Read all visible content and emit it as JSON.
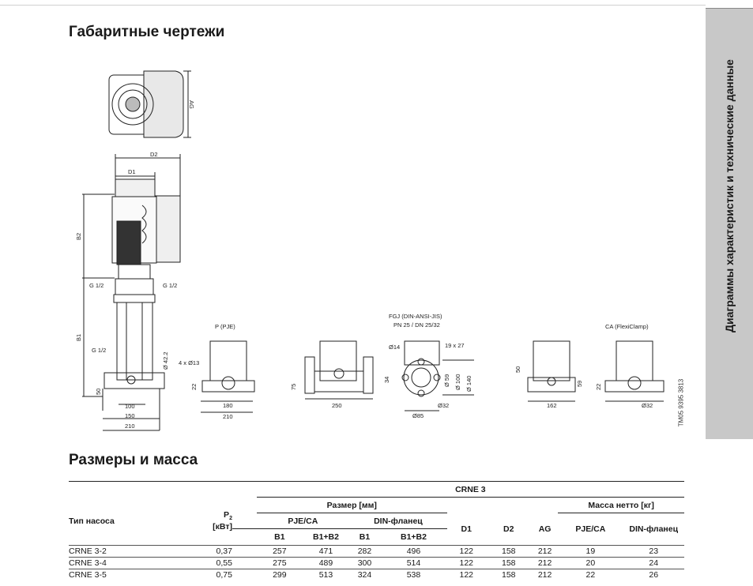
{
  "side_tab": "Диаграммы характеристик и технические данные",
  "headings": {
    "drawings": "Габаритные чертежи",
    "dimensions": "Размеры и масса"
  },
  "drawing_labels": {
    "d1": "D1",
    "d2": "D2",
    "ag": "AG",
    "b1": "B1",
    "b2": "B2",
    "g12": "G 1/2",
    "p_pje": "P (PJE)",
    "fgj_title": "FGJ (DIN-ANSI-JIS)",
    "fgj_pn": "PN 25 / DN 25/32",
    "ca_title": "CA (FlexiClamp)",
    "d100": "100",
    "d150": "150",
    "d210": "210",
    "d50": "50",
    "d180": "180",
    "d250": "250",
    "d162": "162",
    "d22": "22",
    "d75": "75",
    "d34": "34",
    "d59": "59",
    "hole": "4 x Ø13",
    "phi42": "Ø 42.2",
    "phi32": "Ø32",
    "phi14": "Ø14",
    "phi85": "Ø85",
    "phi59": "Ø 59",
    "phi100": "Ø 100",
    "phi140": "Ø 140",
    "d19x27": "19 x 27",
    "tm_code": "TM05 9395 3813"
  },
  "table": {
    "group_title": "CRNE 3",
    "pump_type": "Тип насоса",
    "p2": "P",
    "p2_sub": "2",
    "p2_unit": "[кВт]",
    "size_header": "Размер [мм]",
    "mass_header": "Масса нетто [кг]",
    "pje_ca": "PJE/CA",
    "din_flange": "DIN-фланец",
    "b1": "B1",
    "b1b2": "B1+B2",
    "d1": "D1",
    "d2": "D2",
    "ag": "AG",
    "rows": [
      {
        "type": "CRNE 3-2",
        "p2": "0,37",
        "pje_b1": "257",
        "pje_b1b2": "471",
        "din_b1": "282",
        "din_b1b2": "496",
        "d1": "122",
        "d2": "158",
        "ag": "212",
        "m_pje": "19",
        "m_din": "23"
      },
      {
        "type": "CRNE 3-4",
        "p2": "0,55",
        "pje_b1": "275",
        "pje_b1b2": "489",
        "din_b1": "300",
        "din_b1b2": "514",
        "d1": "122",
        "d2": "158",
        "ag": "212",
        "m_pje": "20",
        "m_din": "24"
      },
      {
        "type": "CRNE 3-5",
        "p2": "0,75",
        "pje_b1": "299",
        "pje_b1b2": "513",
        "din_b1": "324",
        "din_b1b2": "538",
        "d1": "122",
        "d2": "158",
        "ag": "212",
        "m_pje": "22",
        "m_din": "26"
      }
    ]
  }
}
